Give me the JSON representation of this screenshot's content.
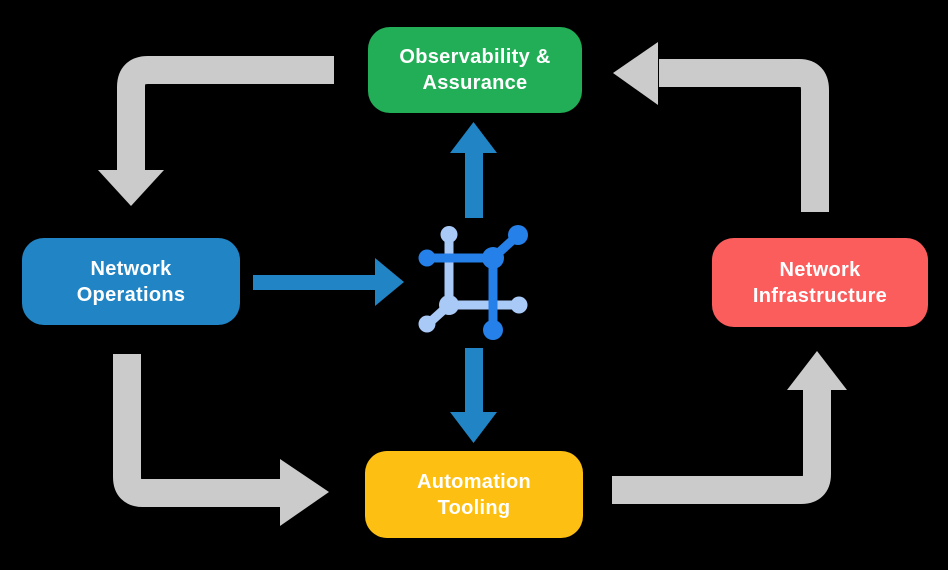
{
  "diagram": {
    "nodes": [
      {
        "id": "observability-assurance",
        "line1": "Observability &",
        "line2": "Assurance",
        "color": "green",
        "position": "top"
      },
      {
        "id": "network-operations",
        "line1": "Network",
        "line2": "Operations",
        "color": "blue",
        "position": "left"
      },
      {
        "id": "network-infrastructure",
        "line1": "Network",
        "line2": "Infrastructure",
        "color": "red",
        "position": "right"
      },
      {
        "id": "automation-tooling",
        "line1": "Automation",
        "line2": "Tooling",
        "color": "yellow",
        "position": "bottom"
      }
    ],
    "center_icon": "network-mesh-icon",
    "edges": [
      {
        "from": "observability-assurance",
        "to": "network-operations",
        "style": "gray-elbow"
      },
      {
        "from": "network-operations",
        "to": "automation-tooling",
        "style": "gray-elbow"
      },
      {
        "from": "automation-tooling",
        "to": "network-infrastructure",
        "style": "gray-elbow"
      },
      {
        "from": "network-infrastructure",
        "to": "observability-assurance",
        "style": "gray-elbow"
      },
      {
        "from": "network-operations",
        "to": "center-icon",
        "style": "blue-straight"
      },
      {
        "from": "center-icon",
        "to": "observability-assurance",
        "style": "blue-straight"
      },
      {
        "from": "center-icon",
        "to": "automation-tooling",
        "style": "blue-straight"
      }
    ]
  },
  "colors": {
    "background": "#000000",
    "text": "#ffffff",
    "green": "#21ae56",
    "blue": "#2185c5",
    "red": "#fb5d5d",
    "yellow": "#fdbf12",
    "arrow-gray": "#cbcbcb",
    "icon-blue-dark": "#2680e9",
    "icon-blue-light": "#a9c9f7"
  }
}
